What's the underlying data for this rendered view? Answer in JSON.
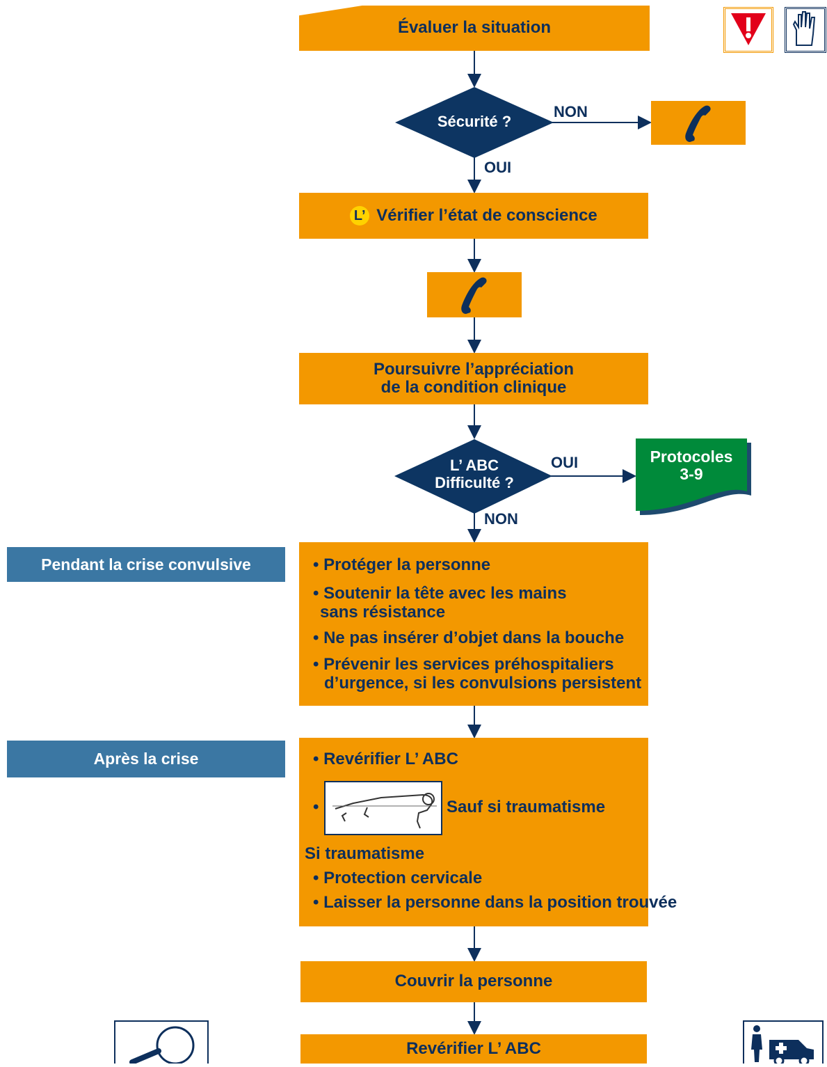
{
  "top_icons": {
    "warning": "warning-triangle-icon",
    "glove": "glove-icon"
  },
  "evaluate_box": {
    "label": "Évaluer la situation"
  },
  "security_decision": {
    "question": "Sécurité ?",
    "no_label": "NON",
    "yes_label": "OUI"
  },
  "call_icon": "phone-icon",
  "consciousness_box": {
    "badge": "L’",
    "label": "Vérifier l’état de conscience"
  },
  "appreciation_box": {
    "line1": "Poursuivre l’appréciation",
    "line2": "de la condition clinique"
  },
  "abc_decision": {
    "line1": "L’ ABC",
    "line2": "Difficulté ?",
    "yes_label": "OUI",
    "no_label": "NON"
  },
  "protocols_box": {
    "line1": "Protocoles",
    "line2": "3-9"
  },
  "during_crisis": {
    "side_label": "Pendant la crise convulsive",
    "items": [
      "• Protéger la personne",
      "• Soutenir la tête avec les mains",
      "sans résistance",
      "• Ne pas insérer d’objet dans la bouche",
      "• Prévenir les services préhospitaliers",
      "d’urgence, si les convulsions persistent"
    ]
  },
  "after_crisis": {
    "side_label": "Après la crise",
    "recheck": "• Revérifier L’ ABC",
    "bullet": "•",
    "position_note": "Sauf si traumatisme",
    "trauma_heading": "Si traumatisme",
    "trauma_items": [
      "• Protection cervicale",
      "• Laisser la personne dans la position trouvée"
    ]
  },
  "cover_box": {
    "label": "Couvrir la personne"
  },
  "recheck_box": {
    "label": "Revérifier L’ ABC"
  },
  "bottom_icons": {
    "magnifier": "magnifier-icon",
    "ambulance": "ambulance-person-icon"
  },
  "colors": {
    "orange": "#f39800",
    "navy": "#0d2f5c",
    "steel_blue": "#3b77a3",
    "green": "#008a3a",
    "yellow": "#ffd200"
  }
}
